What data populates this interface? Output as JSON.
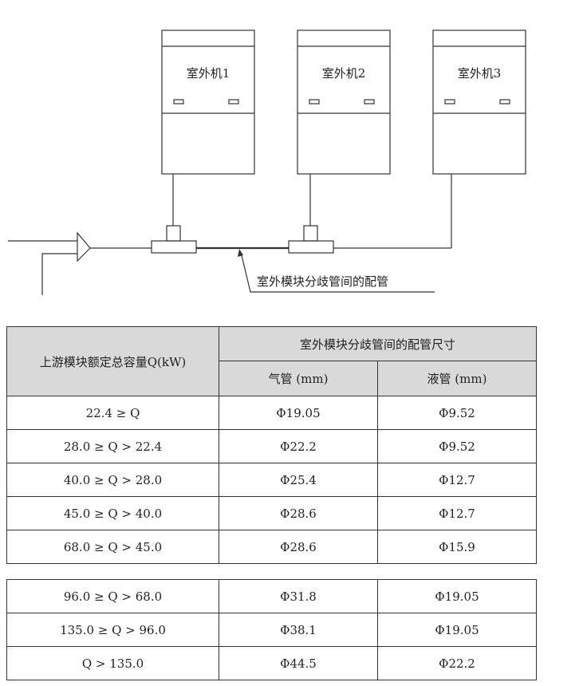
{
  "diagram": {
    "units": [
      {
        "label": "室外机1"
      },
      {
        "label": "室外机2"
      },
      {
        "label": "室外机3"
      }
    ],
    "callout": "室外模块分歧管间的配管"
  },
  "table": {
    "header": {
      "capacity": "上游模块额定总容量Q(kW)",
      "pipe_size": "室外模块分歧管间的配管尺寸",
      "gas": "气管 (mm)",
      "liquid": "液管 (mm)"
    },
    "rows": [
      {
        "range": "22.4 ≥ Q",
        "gas": "Φ19.05",
        "liquid": "Φ9.52"
      },
      {
        "range": "28.0 ≥ Q > 22.4",
        "gas": "Φ22.2",
        "liquid": "Φ9.52"
      },
      {
        "range": "40.0 ≥ Q > 28.0",
        "gas": "Φ25.4",
        "liquid": "Φ12.7"
      },
      {
        "range": "45.0 ≥ Q > 40.0",
        "gas": "Φ28.6",
        "liquid": "Φ12.7"
      },
      {
        "range": "68.0 ≥ Q > 45.0",
        "gas": "Φ28.6",
        "liquid": "Φ15.9"
      },
      {
        "range": "96.0 ≥ Q > 68.0",
        "gas": "Φ31.8",
        "liquid": "Φ19.05"
      },
      {
        "range": "135.0 ≥ Q > 96.0",
        "gas": "Φ38.1",
        "liquid": "Φ19.05"
      },
      {
        "range": "Q > 135.0",
        "gas": "Φ44.5",
        "liquid": "Φ22.2"
      }
    ]
  }
}
